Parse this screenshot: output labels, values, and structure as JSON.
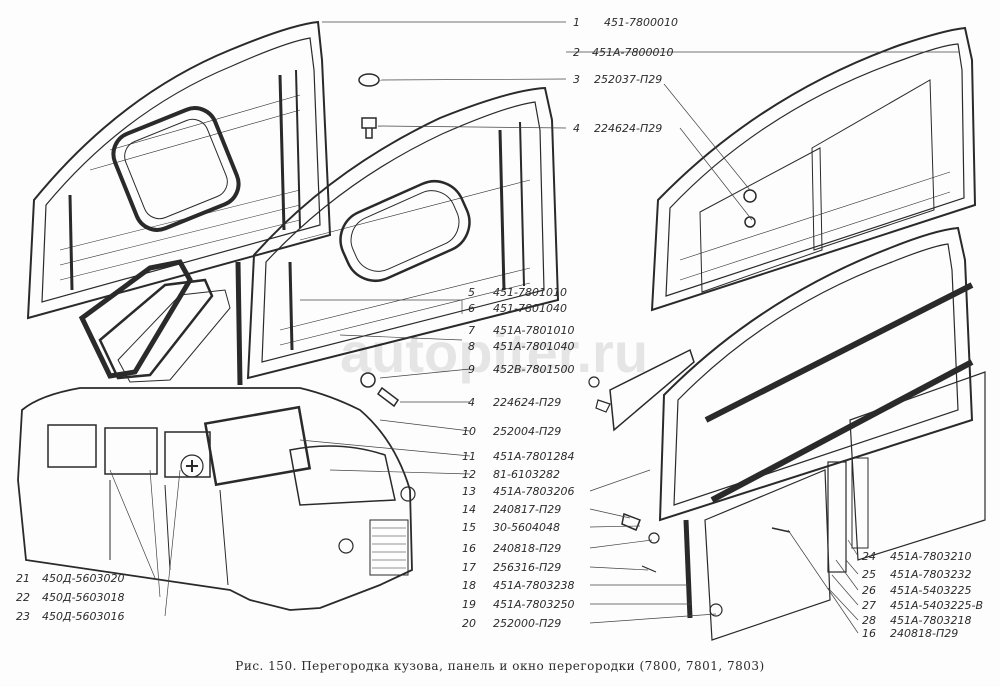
{
  "diagram": {
    "caption": "Рис. 150. Перегородка кузова, панель и окно перегородки (7800, 7801, 7803)",
    "watermark": "autopiter.ru",
    "callouts": [
      {
        "num": "1",
        "code": "451-7800010"
      },
      {
        "num": "2",
        "code": "451А-7800010"
      },
      {
        "num": "3",
        "code": "252037-П29"
      },
      {
        "num": "4",
        "code": "224624-П29"
      },
      {
        "num": "5",
        "code": "451-7801010"
      },
      {
        "num": "6",
        "code": "451-7801040"
      },
      {
        "num": "7",
        "code": "451А-7801010"
      },
      {
        "num": "8",
        "code": "451А-7801040"
      },
      {
        "num": "9",
        "code": "452В-7801500"
      },
      {
        "num": "4",
        "code": "224624-П29"
      },
      {
        "num": "10",
        "code": "252004-П29"
      },
      {
        "num": "11",
        "code": "451А-7801284"
      },
      {
        "num": "12",
        "code": "81-6103282"
      },
      {
        "num": "13",
        "code": "451А-7803206"
      },
      {
        "num": "14",
        "code": "240817-П29"
      },
      {
        "num": "15",
        "code": "30-5604048"
      },
      {
        "num": "16",
        "code": "240818-П29"
      },
      {
        "num": "17",
        "code": "256316-П29"
      },
      {
        "num": "18",
        "code": "451А-7803238"
      },
      {
        "num": "19",
        "code": "451А-7803250"
      },
      {
        "num": "20",
        "code": "252000-П29"
      },
      {
        "num": "21",
        "code": "450Д-5603020"
      },
      {
        "num": "22",
        "code": "450Д-5603018"
      },
      {
        "num": "23",
        "code": "450Д-5603016"
      },
      {
        "num": "24",
        "code": "451А-7803210"
      },
      {
        "num": "25",
        "code": "451А-7803232"
      },
      {
        "num": "26",
        "code": "451А-5403225"
      },
      {
        "num": "27",
        "code": "451А-5403225-В"
      },
      {
        "num": "28",
        "code": "451А-7803218"
      },
      {
        "num": "16",
        "code": "240818-П29"
      }
    ]
  }
}
